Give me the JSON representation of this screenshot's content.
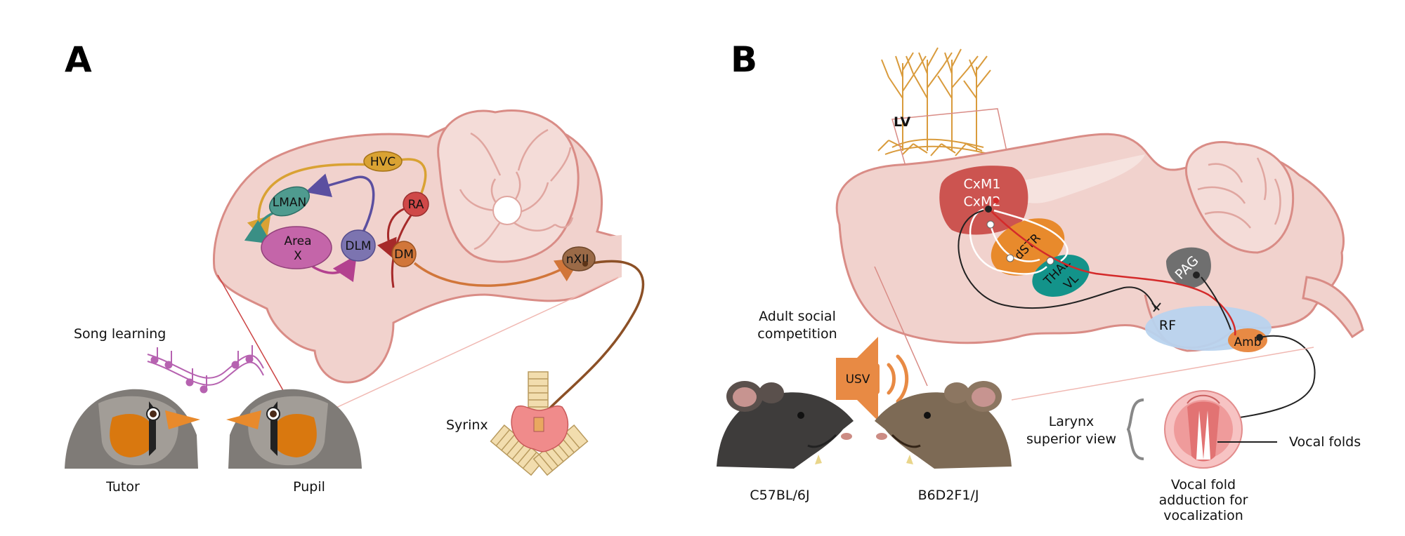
{
  "panel_a": {
    "letter": "A",
    "nuclei": {
      "hvc": "HVC",
      "lman": "LMAN",
      "area_x_line1": "Area",
      "area_x_line2": "X",
      "dlm": "DLM",
      "ra": "RA",
      "dm": "DM",
      "nxii": "nXII"
    },
    "song_learning": "Song learning",
    "tutor": "Tutor",
    "pupil": "Pupil",
    "syrinx": "Syrinx"
  },
  "panel_b": {
    "letter": "B",
    "lv": "LV",
    "cxm1": "CxM1",
    "cxm2": "CxM2",
    "dstr": "dSTR",
    "thal": "THAL",
    "vl": "VL",
    "pag": "PAG",
    "rf": "RF",
    "amb": "Amb",
    "adult_line1": "Adult social",
    "adult_line2": "competition",
    "usv": "USV",
    "strain1": "C57BL/6J",
    "strain2": "B6D2F1/J",
    "larynx_line1": "Larynx",
    "larynx_line2": "superior view",
    "vocal_folds": "Vocal folds",
    "adduction_line1": "Vocal fold",
    "adduction_line2": "adduction for",
    "adduction_line3": "vocalization"
  },
  "colors": {
    "brain_fill": "#f1d2cd",
    "brain_stroke": "#d98c86",
    "hvc": "#d9a233",
    "lman": "#4f9b8f",
    "area_x": "#c465a9",
    "dlm": "#7c74b0",
    "ra": "#cf4848",
    "dm": "#d1763a",
    "nxii": "#9a6a47",
    "cortex": "#cc5450",
    "dstr": "#e88a2c",
    "thal": "#13938a",
    "pag": "#6f6f6f",
    "rf": "#b8d3ee",
    "amb": "#e88a44"
  }
}
